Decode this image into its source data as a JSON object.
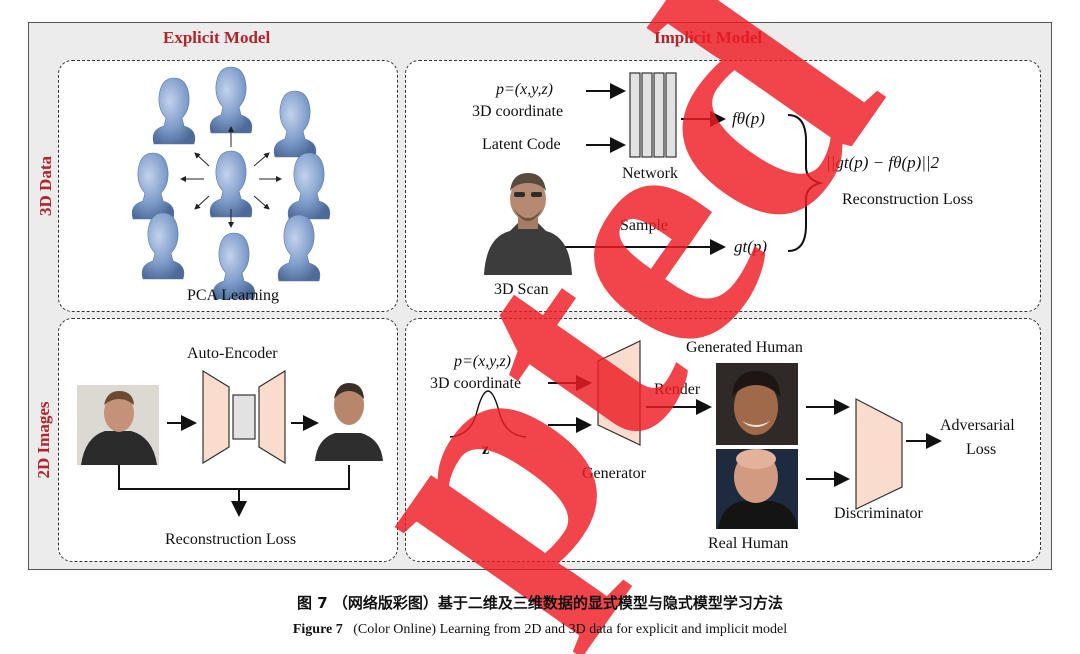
{
  "columns": {
    "explicit": "Explicit Model",
    "implicit": "Implicit Model"
  },
  "rows": {
    "data3d": "3D Data",
    "images2d": "2D Images"
  },
  "panel_explicit_3d": {
    "caption": "PCA Learning"
  },
  "panel_implicit_3d": {
    "coord_formula": "p=(x,y,z)",
    "coord_label": "3D coordinate",
    "latent_code": "Latent Code",
    "network": "Network",
    "f_output": "fθ(p)",
    "scan_label": "3D Scan",
    "sample_label": "Sample",
    "gt_output": "gt(p)",
    "loss_formula": "||gt(p) − fθ(p)||2",
    "loss_label": "Reconstruction Loss"
  },
  "panel_explicit_2d": {
    "autoencoder": "Auto-Encoder",
    "loss_label": "Reconstruction Loss"
  },
  "panel_implicit_2d": {
    "coord_formula": "p=(x,y,z)",
    "coord_label": "3D coordinate",
    "z_label": "z",
    "generator": "Generator",
    "render": "Render",
    "generated_human": "Generated Human",
    "real_human": "Real Human",
    "discriminator": "Discriminator",
    "adversarial_line1": "Adversarial",
    "adversarial_line2": "Loss"
  },
  "caption": {
    "chinese": "图 7 （网络版彩图）基于二维及三维数据的显式模型与隐式模型学习方法",
    "figure_label": "Figure 7",
    "english": "(Color Online) Learning from 2D and 3D data for explicit and implicit model"
  },
  "watermark": {
    "text": "pted",
    "color": "#ee1c24"
  },
  "colors": {
    "header_red": "#b3232b",
    "encoder_fill": "#f9dccd",
    "head_blue": "#7d9bc9"
  }
}
